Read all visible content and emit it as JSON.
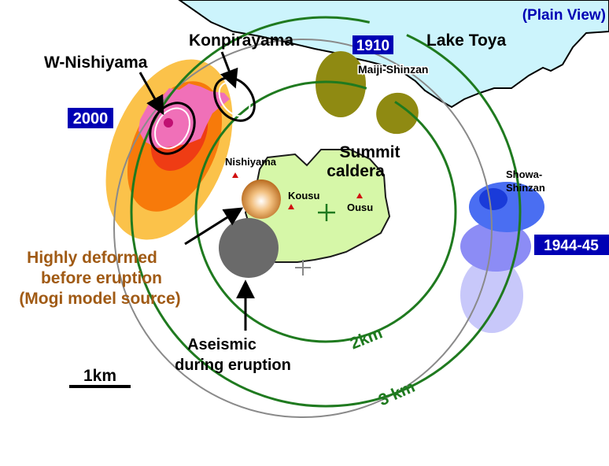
{
  "view_label": "(Plain View)",
  "lake_label": "Lake Toya",
  "colors": {
    "lake": "#ccf4fc",
    "green_ring": "#1f7a1f",
    "grey_ring": "#8a8a8a",
    "caldera": "#d6f7a8",
    "olive": "#8f8a12",
    "year_box": "#0000b4",
    "brown_text": "#a05a14",
    "pink": "#f070b8",
    "orange": "#f77a0a",
    "light_orange": "#fbc24a"
  },
  "years": {
    "y2000": "2000",
    "y1910": "1910",
    "y1944": "1944-45"
  },
  "places": {
    "w_nishiyama": "W-Nishiyama",
    "konpirayama": "Konpirayama",
    "maiji_shinzan": "Maiji-Shinzan",
    "nishiyama": "Nishiyama",
    "kousu": "Kousu",
    "ousu": "Ousu",
    "summit_line1": "Summit",
    "summit_line2": "caldera",
    "showa_line1": "Showa-",
    "showa_line2": "Shinzan"
  },
  "annotations": {
    "deformed_line1": "Highly deformed",
    "deformed_line2": "before eruption",
    "deformed_line3": "(Mogi model source)",
    "aseismic_line1": "Aseismic",
    "aseismic_line2": "during eruption"
  },
  "rings": {
    "r2": "2km",
    "r3": "3 km"
  },
  "scale": {
    "label": "1km"
  }
}
